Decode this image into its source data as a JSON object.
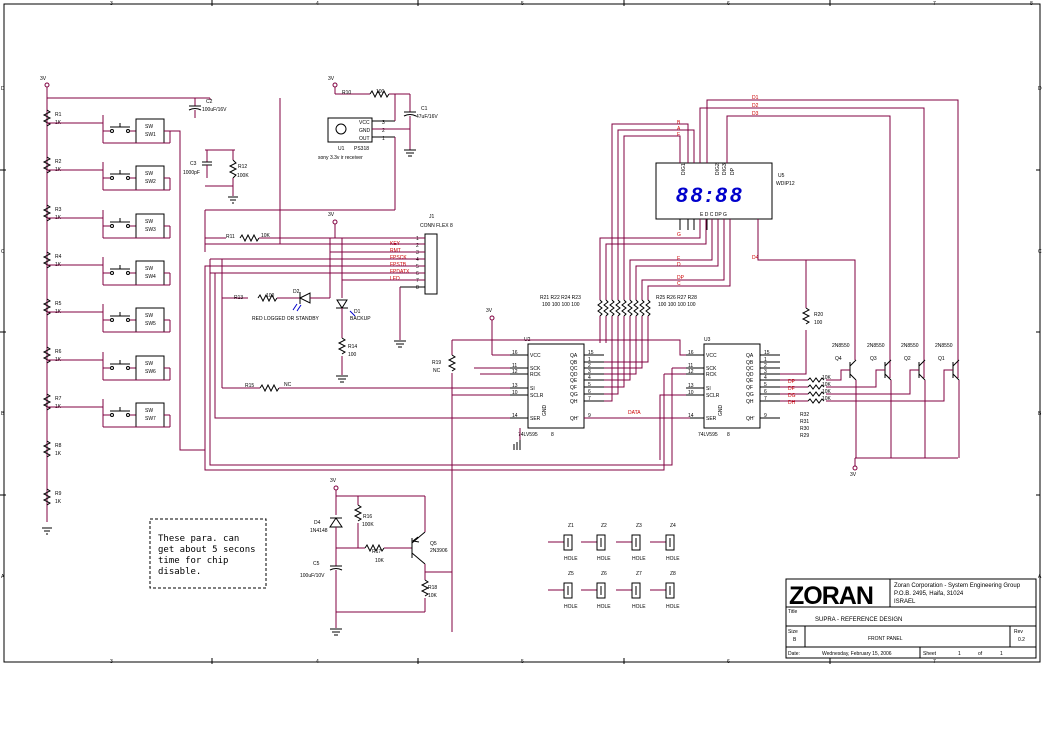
{
  "border": {
    "top_numbers": [
      "3",
      "4",
      "5",
      "6",
      "7",
      "8"
    ],
    "bottom_numbers": [
      "3",
      "4",
      "5",
      "6",
      "7",
      "8"
    ],
    "left_letters": [
      "D",
      "C",
      "B",
      "A"
    ],
    "right_letters": [
      "D",
      "C",
      "B",
      "A"
    ]
  },
  "power": {
    "v3_main": "3V",
    "v3_ir": "3V",
    "v3_conn": "3V",
    "v3_u2": "3V",
    "v3_q": "3V",
    "v3_bottom": "3V"
  },
  "resistors": {
    "R1": {
      "ref": "R1",
      "val": "1K"
    },
    "R2": {
      "ref": "R2",
      "val": "1K"
    },
    "R3": {
      "ref": "R3",
      "val": "1K"
    },
    "R4": {
      "ref": "R4",
      "val": "1K"
    },
    "R5": {
      "ref": "R5",
      "val": "1K"
    },
    "R6": {
      "ref": "R6",
      "val": "1K"
    },
    "R7": {
      "ref": "R7",
      "val": "1K"
    },
    "R8": {
      "ref": "R8",
      "val": "1K"
    },
    "R9": {
      "ref": "R9",
      "val": "1K"
    },
    "R10": {
      "ref": "R10",
      "val": "100"
    },
    "R11": {
      "ref": "R11",
      "val": "10K"
    },
    "R12": {
      "ref": "R12",
      "val": "100K"
    },
    "R13": {
      "ref": "R13",
      "val": "100"
    },
    "R14": {
      "ref": "R14",
      "val": "100"
    },
    "R15": {
      "ref": "R15",
      "val": "NC"
    },
    "R16": {
      "ref": "R16",
      "val": "100K"
    },
    "R17": {
      "ref": "R17",
      "val": "10K"
    },
    "R18": {
      "ref": "R18",
      "val": "10K"
    },
    "R19": {
      "ref": "R19",
      "val": "NC"
    },
    "R20": {
      "ref": "R20",
      "val": "100"
    },
    "r_array1": {
      "refs": "R21 R22 R24 R23",
      "vals": "100 100 100 100"
    },
    "r_array2": {
      "refs": "R25 R26 R27 R28",
      "vals": "100 100 100 100"
    },
    "r_tail": [
      "R32",
      "R31",
      "R30",
      "R29"
    ],
    "r_base_val": "10K"
  },
  "caps": {
    "C1": {
      "ref": "C1",
      "val": "47uF/16V"
    },
    "C2": {
      "ref": "C2",
      "val": "100uF/16V"
    },
    "C3": {
      "ref": "C3",
      "val": "1000pF"
    },
    "C5": {
      "ref": "C5",
      "val": "100uF/10V"
    }
  },
  "switches": [
    {
      "ref": "SW1",
      "val": "SW"
    },
    {
      "ref": "SW2",
      "val": "SW"
    },
    {
      "ref": "SW3",
      "val": "SW"
    },
    {
      "ref": "SW4",
      "val": "SW"
    },
    {
      "ref": "SW5",
      "val": "SW"
    },
    {
      "ref": "SW6",
      "val": "SW"
    },
    {
      "ref": "SW7",
      "val": "SW"
    }
  ],
  "u1": {
    "ref": "U1",
    "part": "PS318",
    "note": "sony 3.3v ir receiver",
    "pins": [
      "VCC",
      "GND",
      "OUT"
    ],
    "pinnums": [
      "3",
      "2",
      "1"
    ]
  },
  "j1": {
    "ref": "J1",
    "part": "CONN FLEX 8",
    "nets": [
      "KEY",
      "RMT",
      "FPSCK",
      "FPSTB",
      "FPDATX",
      "LED"
    ],
    "pins": [
      "1",
      "2",
      "3",
      "4",
      "5",
      "6",
      "7",
      "8"
    ]
  },
  "diodes": {
    "D1": {
      "ref": "D1",
      "val": "BACKUP"
    },
    "D2": {
      "ref": "D2",
      "val": "RED LOGGED OR STANDBY"
    },
    "D4": {
      "ref": "D4",
      "val": "1N4148"
    }
  },
  "u2": {
    "ref": "U2",
    "part": "74LV595",
    "pins_left": [
      "VCC",
      "SCK",
      "RCK",
      "SI",
      "SCLR",
      "SER"
    ],
    "nums_left": [
      "16",
      "11",
      "12",
      "13",
      "10",
      "14"
    ],
    "pins_right": [
      "QA",
      "QB",
      "QC",
      "QD",
      "QE",
      "QF",
      "QG",
      "QH",
      "QH'"
    ],
    "nums_right": [
      "15",
      "1",
      "2",
      "3",
      "4",
      "5",
      "6",
      "7",
      "9"
    ],
    "gnd": "GND",
    "gnd_num": "8"
  },
  "u3": {
    "ref": "U3",
    "part": "74LV595",
    "pins_left": [
      "VCC",
      "SCK",
      "RCK",
      "SI",
      "SCLR",
      "SER"
    ],
    "nums_left": [
      "16",
      "11",
      "12",
      "13",
      "10",
      "14"
    ],
    "pins_right": [
      "QA",
      "QB",
      "QC",
      "QD",
      "QE",
      "QF",
      "QG",
      "QH",
      "QH'"
    ],
    "nums_right": [
      "15",
      "1",
      "2",
      "3",
      "4",
      "5",
      "6",
      "7",
      "9"
    ],
    "gnd": "GND",
    "gnd_num": "8"
  },
  "u5": {
    "ref": "U5",
    "part": "WDIP12",
    "digits": "88:88",
    "top_pins": [
      "DIG1",
      "DIG2",
      "DIG3",
      "DP"
    ],
    "seg_letters": "E D C DP G"
  },
  "transistors": {
    "Q1": {
      "ref": "Q1",
      "val": "2N8550"
    },
    "Q2": {
      "ref": "Q2",
      "val": "2N8550"
    },
    "Q3": {
      "ref": "Q3",
      "val": "2N8550"
    },
    "Q4": {
      "ref": "Q4",
      "val": "2N8550"
    },
    "Q5": {
      "ref": "Q5",
      "val": "2N3906"
    }
  },
  "nets": {
    "d1": "D1",
    "d2": "D2",
    "d3": "D3",
    "d4": "D4",
    "b": "B",
    "a": "A",
    "f": "F",
    "g": "G",
    "e": "E",
    "d": "D",
    "c": "C",
    "dp": "DP",
    "data": "DATA",
    "da": "DP",
    "db": "DF",
    "dc": "DG",
    "dd": "DH"
  },
  "holes": [
    {
      "ref": "Z1",
      "label": "HOLE"
    },
    {
      "ref": "Z2",
      "label": "HOLE"
    },
    {
      "ref": "Z3",
      "label": "HOLE"
    },
    {
      "ref": "Z4",
      "label": "HOLE"
    },
    {
      "ref": "Z5",
      "label": "HOLE"
    },
    {
      "ref": "Z6",
      "label": "HOLE"
    },
    {
      "ref": "Z7",
      "label": "HOLE"
    },
    {
      "ref": "Z8",
      "label": "HOLE"
    }
  ],
  "note": [
    "These para. can",
    "get about 5 secons",
    "time for chip",
    "disable."
  ],
  "title_block": {
    "logo": "ZORAN",
    "company": "Zoran Corporation - System Engineering Group",
    "address": "P.O.B. 2495, Haifa, 31024",
    "country": "ISRAEL",
    "title_label": "Title",
    "title": "SUPRA - REFERENCE DESIGN",
    "size_label": "Size",
    "size": "B",
    "doc": "FRONT PANEL",
    "rev_label": "Rev",
    "rev": "0.2",
    "date_label": "Date:",
    "date": "Wednesday, February 15, 2006",
    "sheet_label": "Sheet",
    "sheet": "1",
    "of_label": "of",
    "of": "1"
  },
  "colors": {
    "wire": "#800040",
    "part": "#000000",
    "display": "#0000cc",
    "net": "#cc0000"
  }
}
